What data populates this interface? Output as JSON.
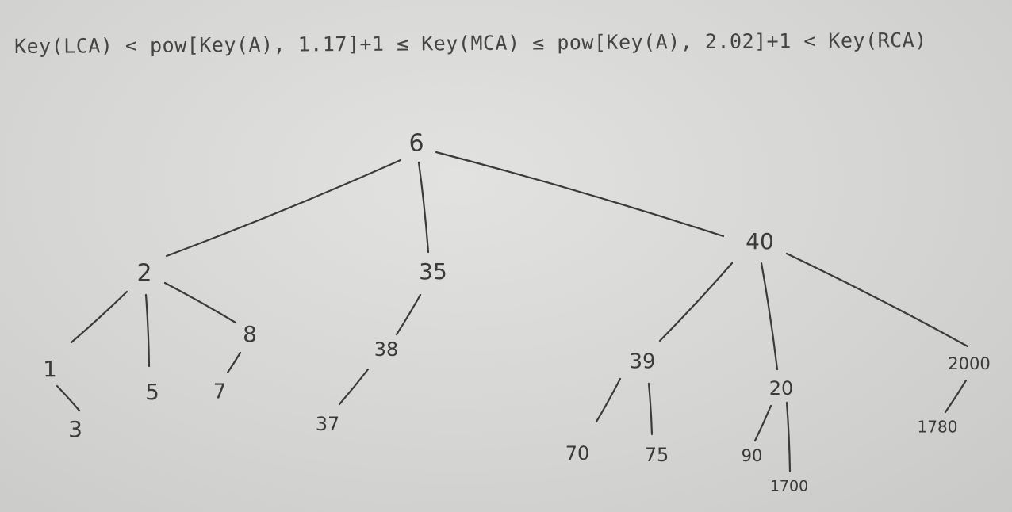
{
  "formula": "Key(LCA) < pow[Key(A), 1.17]+1 ≤ Key(MCA) ≤ pow[Key(A), 2.02]+1 < Key(RCA)",
  "tree": {
    "nodes": [
      {
        "id": "n6",
        "key": "6"
      },
      {
        "id": "n2",
        "key": "2"
      },
      {
        "id": "n35",
        "key": "35"
      },
      {
        "id": "n40",
        "key": "40"
      },
      {
        "id": "n1",
        "key": "1"
      },
      {
        "id": "n5",
        "key": "5"
      },
      {
        "id": "n8",
        "key": "8"
      },
      {
        "id": "n3",
        "key": "3"
      },
      {
        "id": "n7",
        "key": "7"
      },
      {
        "id": "n38",
        "key": "38"
      },
      {
        "id": "n37",
        "key": "37"
      },
      {
        "id": "n39",
        "key": "39"
      },
      {
        "id": "n20",
        "key": "20"
      },
      {
        "id": "n2000",
        "key": "2000"
      },
      {
        "id": "n70",
        "key": "70"
      },
      {
        "id": "n75",
        "key": "75"
      },
      {
        "id": "n90",
        "key": "90"
      },
      {
        "id": "n1700",
        "key": "1700"
      },
      {
        "id": "n1780",
        "key": "1780"
      }
    ],
    "edges": [
      [
        "n6",
        "n2"
      ],
      [
        "n6",
        "n35"
      ],
      [
        "n6",
        "n40"
      ],
      [
        "n2",
        "n1"
      ],
      [
        "n2",
        "n5"
      ],
      [
        "n2",
        "n8"
      ],
      [
        "n1",
        "n3"
      ],
      [
        "n8",
        "n7"
      ],
      [
        "n35",
        "n38"
      ],
      [
        "n38",
        "n37"
      ],
      [
        "n40",
        "n39"
      ],
      [
        "n40",
        "n20"
      ],
      [
        "n40",
        "n2000"
      ],
      [
        "n39",
        "n70"
      ],
      [
        "n39",
        "n75"
      ],
      [
        "n20",
        "n90"
      ],
      [
        "n20",
        "n1700"
      ],
      [
        "n2000",
        "n1780"
      ]
    ]
  }
}
